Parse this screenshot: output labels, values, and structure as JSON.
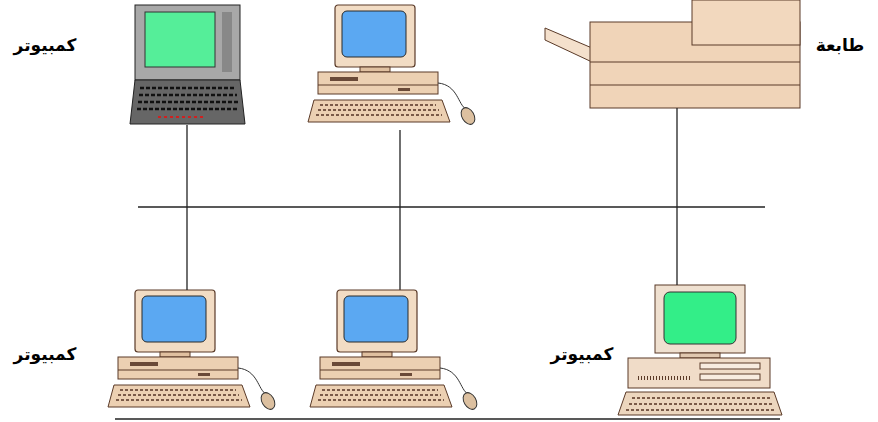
{
  "diagram": {
    "nodes": [
      {
        "text": [
          "كمبيوتر"
        ]
      },
      {
        "text": [
          "طابعة"
        ]
      },
      {
        "text": [
          "كمبيوتر"
        ]
      },
      {
        "text": [
          "كمبيوتر"
        ]
      }
    ],
    "edges": [
      {
        "from": 0,
        "to": 2,
        "arrow": "none"
      },
      {
        "from": 1,
        "to": 3,
        "arrow": "none"
      }
    ]
  }
}
